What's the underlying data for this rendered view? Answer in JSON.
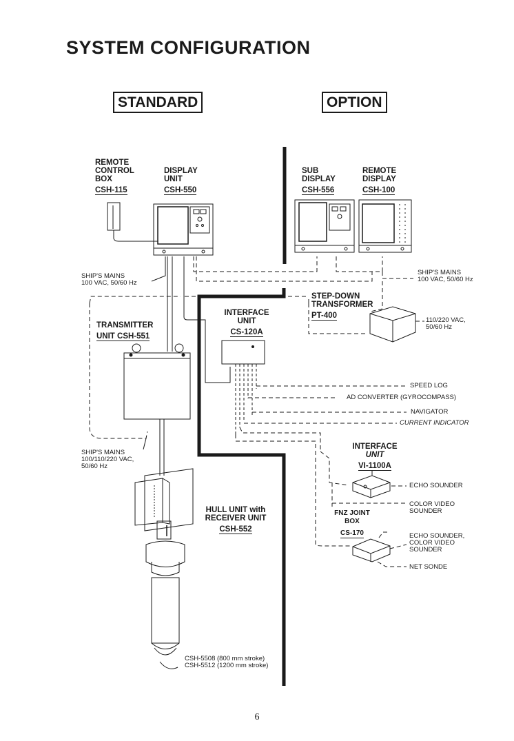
{
  "title": "SYSTEM CONFIGURATION",
  "sections": {
    "standard": "STANDARD",
    "option": "OPTION"
  },
  "units": {
    "remote_control_box": {
      "lines": "REMOTE\nCONTROL\nBOX",
      "model": "CSH-115"
    },
    "display_unit": {
      "lines": "DISPLAY\nUNIT",
      "model": "CSH-550"
    },
    "sub_display": {
      "lines": "SUB\nDISPLAY",
      "model": "CSH-556"
    },
    "remote_display": {
      "lines": "REMOTE\nDISPLAY",
      "model": "CSH-100"
    },
    "transmitter_unit": {
      "line1": "TRANSMITTER",
      "line2": "UNIT CSH-551"
    },
    "interface_unit": {
      "lines": "INTERFACE\nUNIT",
      "model": "CS-120A"
    },
    "step_down_transformer": {
      "lines": "STEP-DOWN\nTRANSFORMER",
      "model": "PT-400"
    },
    "interface_vi": {
      "line1": "INTERFACE",
      "line2": "UNIT",
      "model": "VI-1100A"
    },
    "fnz_joint_box": {
      "lines": "FNZ JOINT\nBOX",
      "model": "CS-170"
    },
    "hull_unit": {
      "lines": "HULL UNIT with\nRECEIVER UNIT",
      "model": "CSH-552"
    }
  },
  "power": {
    "mains_display": "SHIP'S MAINS\n100 VAC, 50/60 Hz",
    "mains_option": "SHIP'S MAINS\n100 VAC, 50/60 Hz",
    "transformer_input": "110/220 VAC,\n50/60 Hz",
    "mains_transmitter": "SHIP'S MAINS\n100/110/220 VAC,\n50/60 Hz"
  },
  "interface_connections": {
    "speed_log": "SPEED LOG",
    "ad_converter": "AD CONVERTER (GYROCOMPASS)",
    "navigator": "NAVIGATOR",
    "current_indicator": "CURRENT INDICATOR"
  },
  "vi_connections": {
    "echo_sounder": "ECHO SOUNDER",
    "color_video_sounder": "COLOR VIDEO\nSOUNDER"
  },
  "fnz_connections": {
    "echo_color": "ECHO SOUNDER,\nCOLOR VIDEO\nSOUNDER",
    "net_sonde": "NET SONDE"
  },
  "stroke_notes": {
    "s1": "CSH-5508 (800 mm stroke)",
    "s2": "CSH-5512 (1200 mm stroke)"
  },
  "page_number": "6"
}
